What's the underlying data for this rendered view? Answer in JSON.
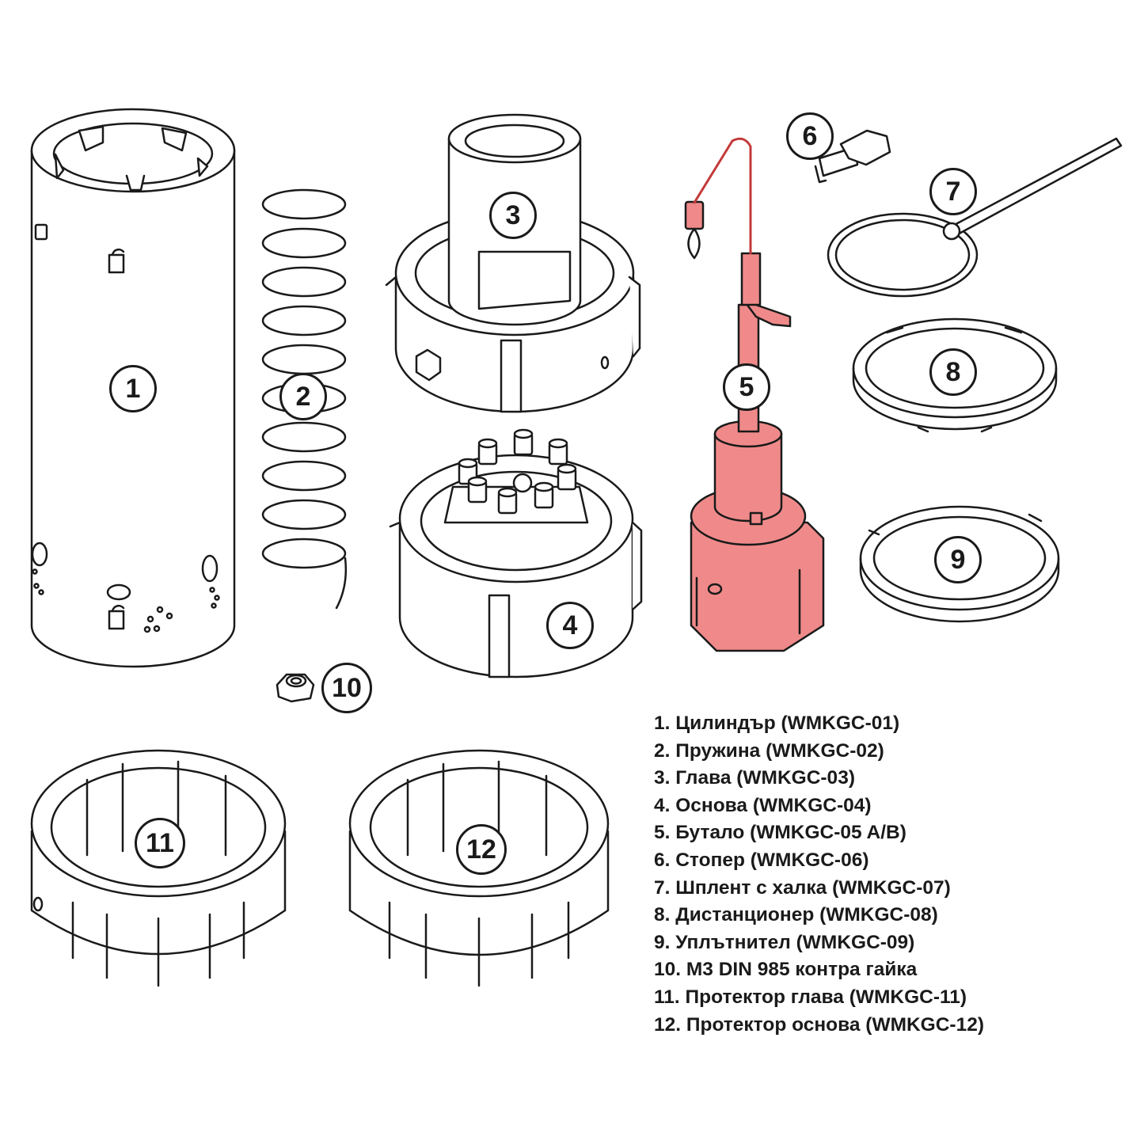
{
  "callouts": {
    "c1": "1",
    "c2": "2",
    "c3": "3",
    "c4": "4",
    "c5": "5",
    "c6": "6",
    "c7": "7",
    "c8": "8",
    "c9": "9",
    "c10": "10",
    "c11": "11",
    "c12": "12"
  },
  "colors": {
    "line": "#1a1a1a",
    "highlight_fill": "#f08a8a",
    "highlight_stroke": "#c43a3a"
  },
  "legend": [
    "1. Цилиндър (WMKGC-01)",
    "2. Пружина (WMKGC-02)",
    "3. Глава (WMKGC-03)",
    "4. Основа (WMKGC-04)",
    "5. Бутало (WMKGC-05 A/B)",
    "6. Стопер (WMKGC-06)",
    "7. Шплент с халка (WMKGC-07)",
    "8. Дистанционер (WMKGC-08)",
    "9. Уплътнител (WMKGC-09)",
    "10. М3 DIN 985 контра гайка",
    "11. Протектор глава (WMKGC-11)",
    "12. Протектор основа (WMKGC-12)"
  ]
}
